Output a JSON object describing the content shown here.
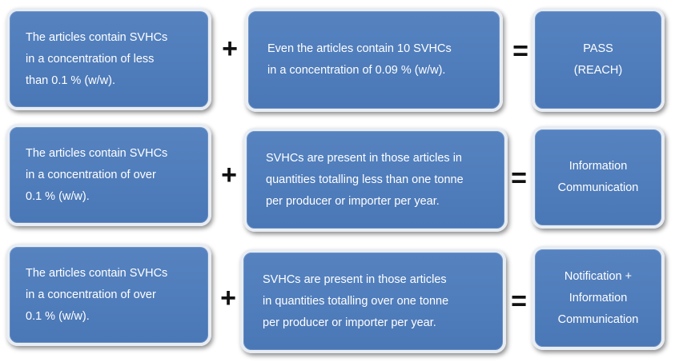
{
  "rows": [
    {
      "condition": "The articles contain SVHCs\nin a concentration of less\nthan 0.1 % (w/w).",
      "plus": "+",
      "detail": "Even the articles contain 10 SVHCs\nin a concentration of 0.09 % (w/w).",
      "equals": "=",
      "result": "PASS\n(REACH)"
    },
    {
      "condition": "The articles contain SVHCs\nin a concentration of over\n0.1 % (w/w).",
      "plus": "+",
      "detail": "SVHCs are present in those articles in\nquantities totalling less than one tonne\nper producer or importer per year.",
      "equals": "=",
      "result": "Information\nCommunication"
    },
    {
      "condition": "The articles contain SVHCs\nin a concentration of over\n0.1 % (w/w).",
      "plus": "+",
      "detail": "SVHCs are present in those articles\nin quantities totalling over one tonne\nper producer or importer per year.",
      "equals": "=",
      "result": "Notification +\nInformation\nCommunication"
    }
  ]
}
